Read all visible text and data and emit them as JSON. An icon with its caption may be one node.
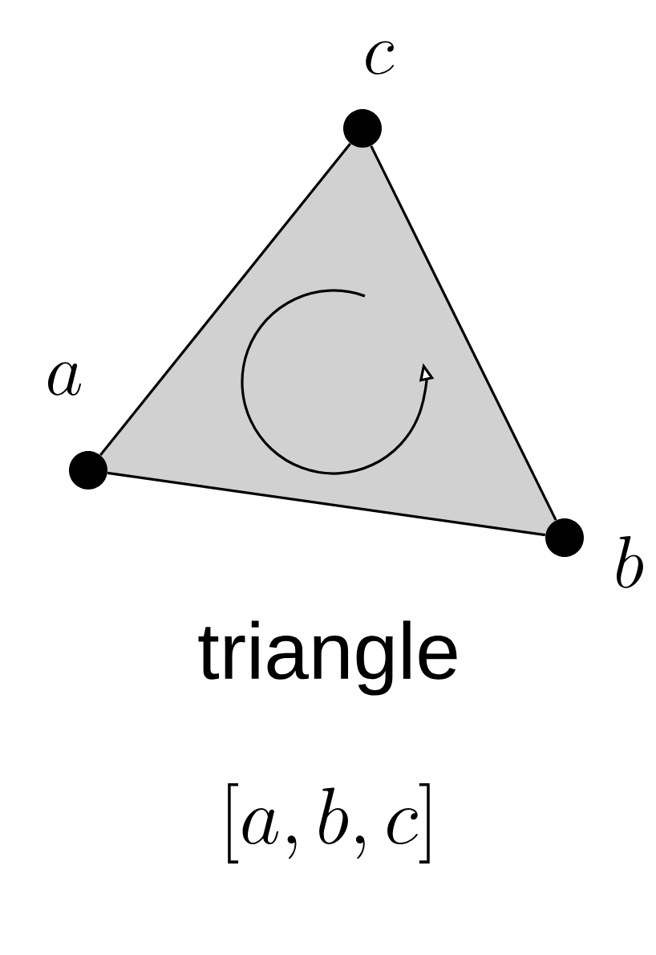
{
  "diagram": {
    "nodes": [
      {
        "text": [],
        "shape": "circle",
        "beside": [
          "a"
        ]
      },
      {
        "text": [],
        "shape": "circle",
        "beside": [
          "b"
        ]
      },
      {
        "text": [],
        "shape": "circle",
        "beside": [
          "c"
        ]
      }
    ],
    "edges": [
      {
        "from": 0,
        "to": 1,
        "arrow": "none"
      },
      {
        "from": 1,
        "to": 2,
        "arrow": "none"
      },
      {
        "from": 2,
        "to": 0,
        "arrow": "none"
      }
    ],
    "caption": "triangle",
    "labels": [
      "[a, b, c]"
    ]
  }
}
